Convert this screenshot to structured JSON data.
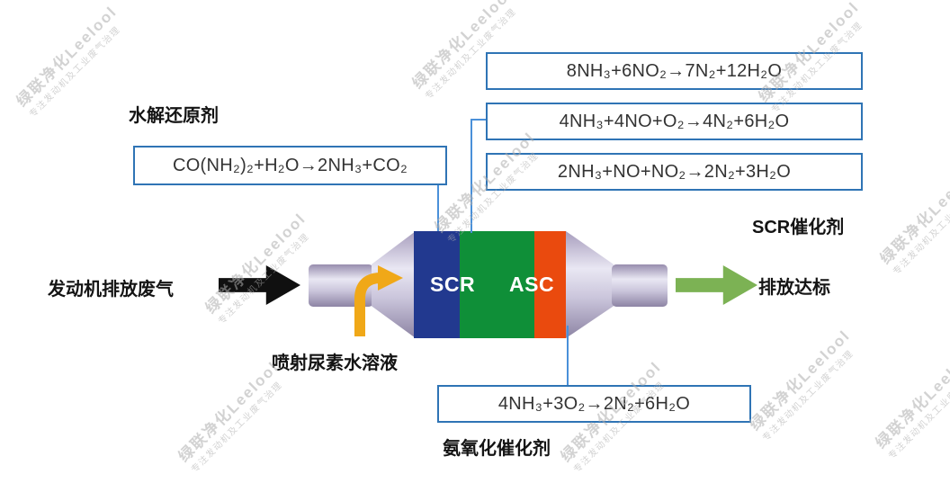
{
  "watermark": {
    "line1": "绿联净化Leelool",
    "line2": "专注发动机及工业废气治理"
  },
  "labels": {
    "hydrolysis_agent": "水解还原剂",
    "scr_catalyst": "SCR催化剂",
    "engine_exhaust": "发动机排放废气",
    "emission_ok": "排放达标",
    "urea_injection": "喷射尿素水溶液",
    "ammonia_oxidation_catalyst": "氨氧化催化剂"
  },
  "equations": {
    "urea_hydrolysis": "CO(NH₂)₂+H₂O→2NH₃+CO₂",
    "no2_scr": "8NH₃+6NO₂→7N₂+12H₂O",
    "standard_scr": "4NH₃+4NO+O₂→4N₂+6H₂O",
    "fast_scr": "2NH₃+NO+NO₂→2N₂+3H₂O",
    "ammonia_oxidation": "4NH₃+3O₂→2N₂+6H₂O"
  },
  "device": {
    "scr_label": "SCR",
    "asc_label": "ASC"
  },
  "colors": {
    "box_border": "#2f74b5",
    "connector_line": "#4a90d9",
    "scr_section_blue": "#22398f",
    "catalyst_section_green": "#0f8f38",
    "asc_section_orange": "#ea4a0e",
    "inlet_arrow_black": "#101010",
    "outlet_arrow_green": "#7cb254",
    "urea_arrow_orange": "#f0a818",
    "watermark_gray": "#aeaeae"
  }
}
